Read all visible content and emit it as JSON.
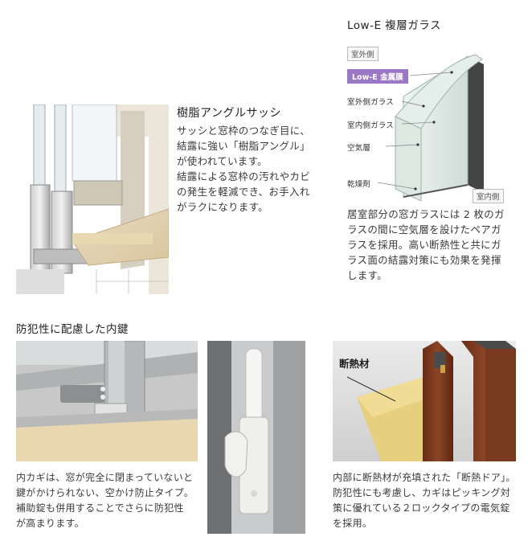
{
  "sash": {
    "title": "樹脂アングルサッシ",
    "body_lines": [
      "サッシと窓枠のつなぎ目に、",
      "結露に強い「樹脂アングル」",
      "が使われています。",
      "結露による窓枠の汚れやカビ",
      "の発生を軽減でき、お手入れ",
      "がラクになります。"
    ]
  },
  "glass": {
    "title": "Low-E 複層ガラス",
    "labels": {
      "outdoor": "室外側",
      "lowe": "Low-E 金属膜",
      "outer_glass": "室外側ガラス",
      "inner_glass": "室内側ガラス",
      "air_layer": "空気層",
      "desiccant": "乾燥剤",
      "indoor": "室内側"
    },
    "body_lines": [
      "居室部分の窓ガラスには 2 枚のガ",
      "ラスの間に空気層を設けたペアガ",
      "ラスを採用。高い断熱性と共にガ",
      "ラス面の結露対策にも効果を発揮",
      "します。"
    ]
  },
  "lock": {
    "title": "防犯性に配慮した内鍵",
    "body_lines": [
      "内カギは、窓が完全に閉まっていないと",
      "鍵がかけられない、空かけ防止タイプ。",
      "補助錠も併用することでさらに防犯性",
      "が高まります。"
    ]
  },
  "door": {
    "label": "断熱材",
    "body_lines": [
      "内部に断熱材が充填された「断熱ドア」。",
      "防犯性にも考慮し、カギはピッキング対",
      "策に優れている２ロックタイプの電気錠",
      "を採用。"
    ]
  }
}
